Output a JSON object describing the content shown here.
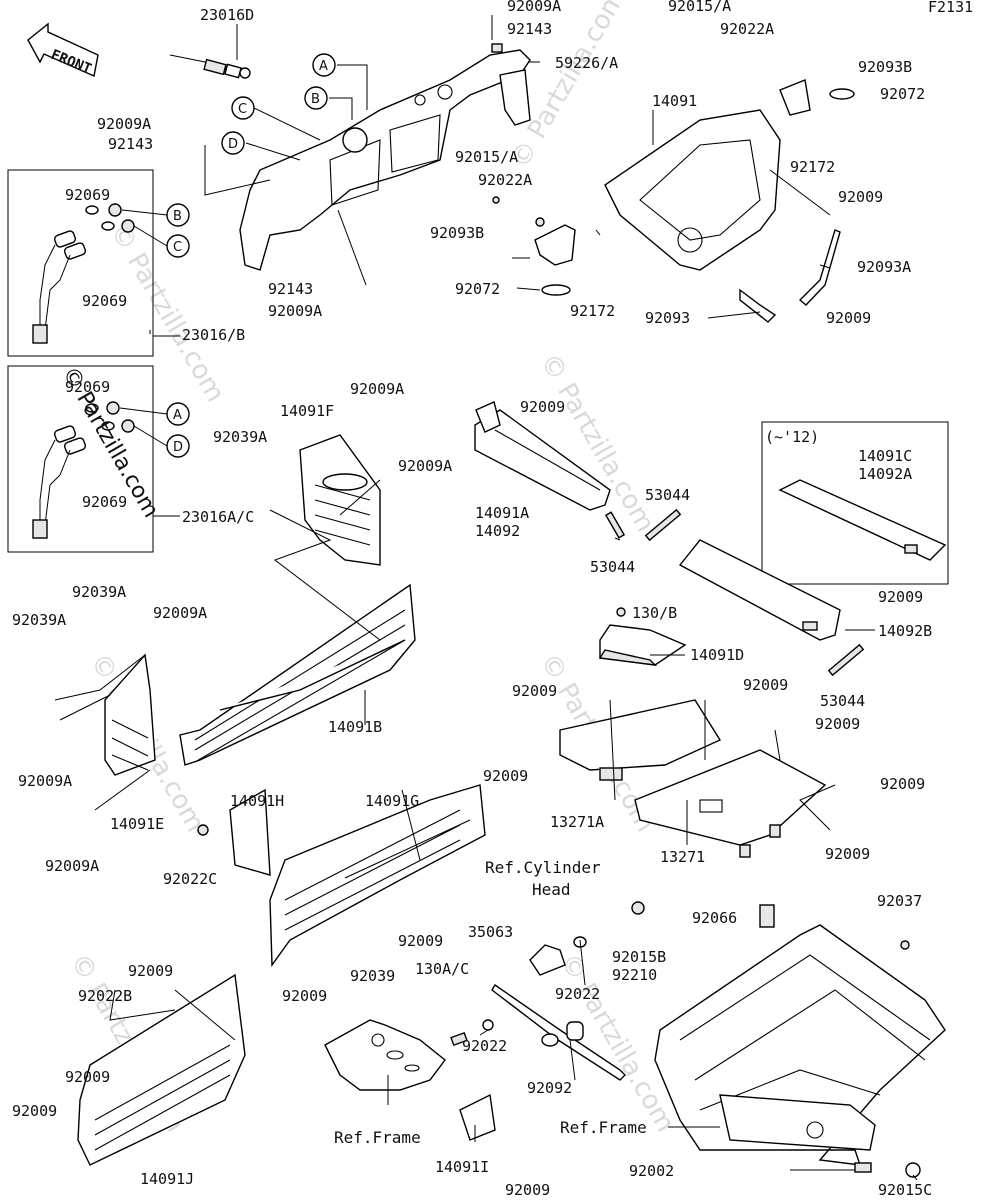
{
  "figure_code": "F2131",
  "front_label": "FRONT",
  "watermark": {
    "overlay_text": "© Partzilla.com",
    "faint_text": "© Partzilla.com"
  },
  "part_labels": {
    "p23016D": "23016D",
    "p92009A_1": "92009A",
    "p92143_1": "92143",
    "p59226A": "59226/A",
    "p92009A_2": "92009A",
    "p92143_2": "92143",
    "p92143_3": "92143",
    "p92009A_3": "92009A",
    "p92069_1": "92069",
    "p92069_2": "92069",
    "p23016B": "23016/B",
    "p92069_3": "92069",
    "p92069_4": "92069",
    "p23016AC": "23016A/C",
    "p92015A_1": "92015/A",
    "p92022A_1": "92022A",
    "p92093B_1": "92093B",
    "p92072_1": "92072",
    "p14091": "14091",
    "p92172_1": "92172",
    "p92009_1": "92009",
    "p92093A": "92093A",
    "p92093": "92093",
    "p92009_2": "92009",
    "p92015A_2": "92015/A",
    "p92022A_2": "92022A",
    "p92093B_2": "92093B",
    "p92072_2": "92072",
    "p92172_2": "92172",
    "p92009A_4": "92009A",
    "p14091F": "14091F",
    "p92039A_1": "92039A",
    "p92009A_5": "92009A",
    "p92009_3": "92009",
    "p14091A": "14091A",
    "p14092": "14092",
    "p53044_1": "53044",
    "p53044_2": "53044",
    "p12note": "(~'12)",
    "p14091C": "14091C",
    "p14092A": "14092A",
    "p92009_4": "92009",
    "p14092B": "14092B",
    "p53044_3": "53044",
    "p92039A_2": "92039A",
    "p92039A_3": "92039A",
    "p92009A_6": "92009A",
    "p14091B": "14091B",
    "p92009A_7": "92009A",
    "p14091E": "14091E",
    "p92009A_8": "92009A",
    "p130B": "130/B",
    "p14091D": "14091D",
    "p92009_5": "92009",
    "p92009_6": "92009",
    "p92009_7": "92009",
    "p92009_8": "92009",
    "p13271A": "13271A",
    "p92009_9": "92009",
    "p13271": "13271",
    "p14091H": "14091H",
    "p14091G": "14091G",
    "p92009_10": "92009",
    "p92022C": "92022C",
    "p92009_11": "92009",
    "p92039": "92039",
    "p92009_12": "92009",
    "p35063": "35063",
    "p92015B": "92015B",
    "p92210": "92210",
    "p92022_1": "92022",
    "p130AC": "130A/C",
    "p92022_2": "92022",
    "p92092": "92092",
    "p92066": "92066",
    "p92037": "92037",
    "p92009_13": "92009",
    "p92022B": "92022B",
    "p92009_14": "92009",
    "p92009_15": "92009",
    "p14091J": "14091J",
    "p14091I": "14091I",
    "p92009_16": "92009",
    "p92002": "92002",
    "p92015C": "92015C"
  },
  "ref_labels": {
    "cylinder_head_1": "Ref.Cylinder",
    "cylinder_head_2": "Head",
    "frame_1": "Ref.Frame",
    "frame_2": "Ref.Frame"
  },
  "callouts": {
    "A1": "A",
    "B1": "B",
    "C1": "C",
    "D1": "D",
    "B2": "B",
    "C2": "C",
    "A2": "A",
    "D2": "D"
  }
}
